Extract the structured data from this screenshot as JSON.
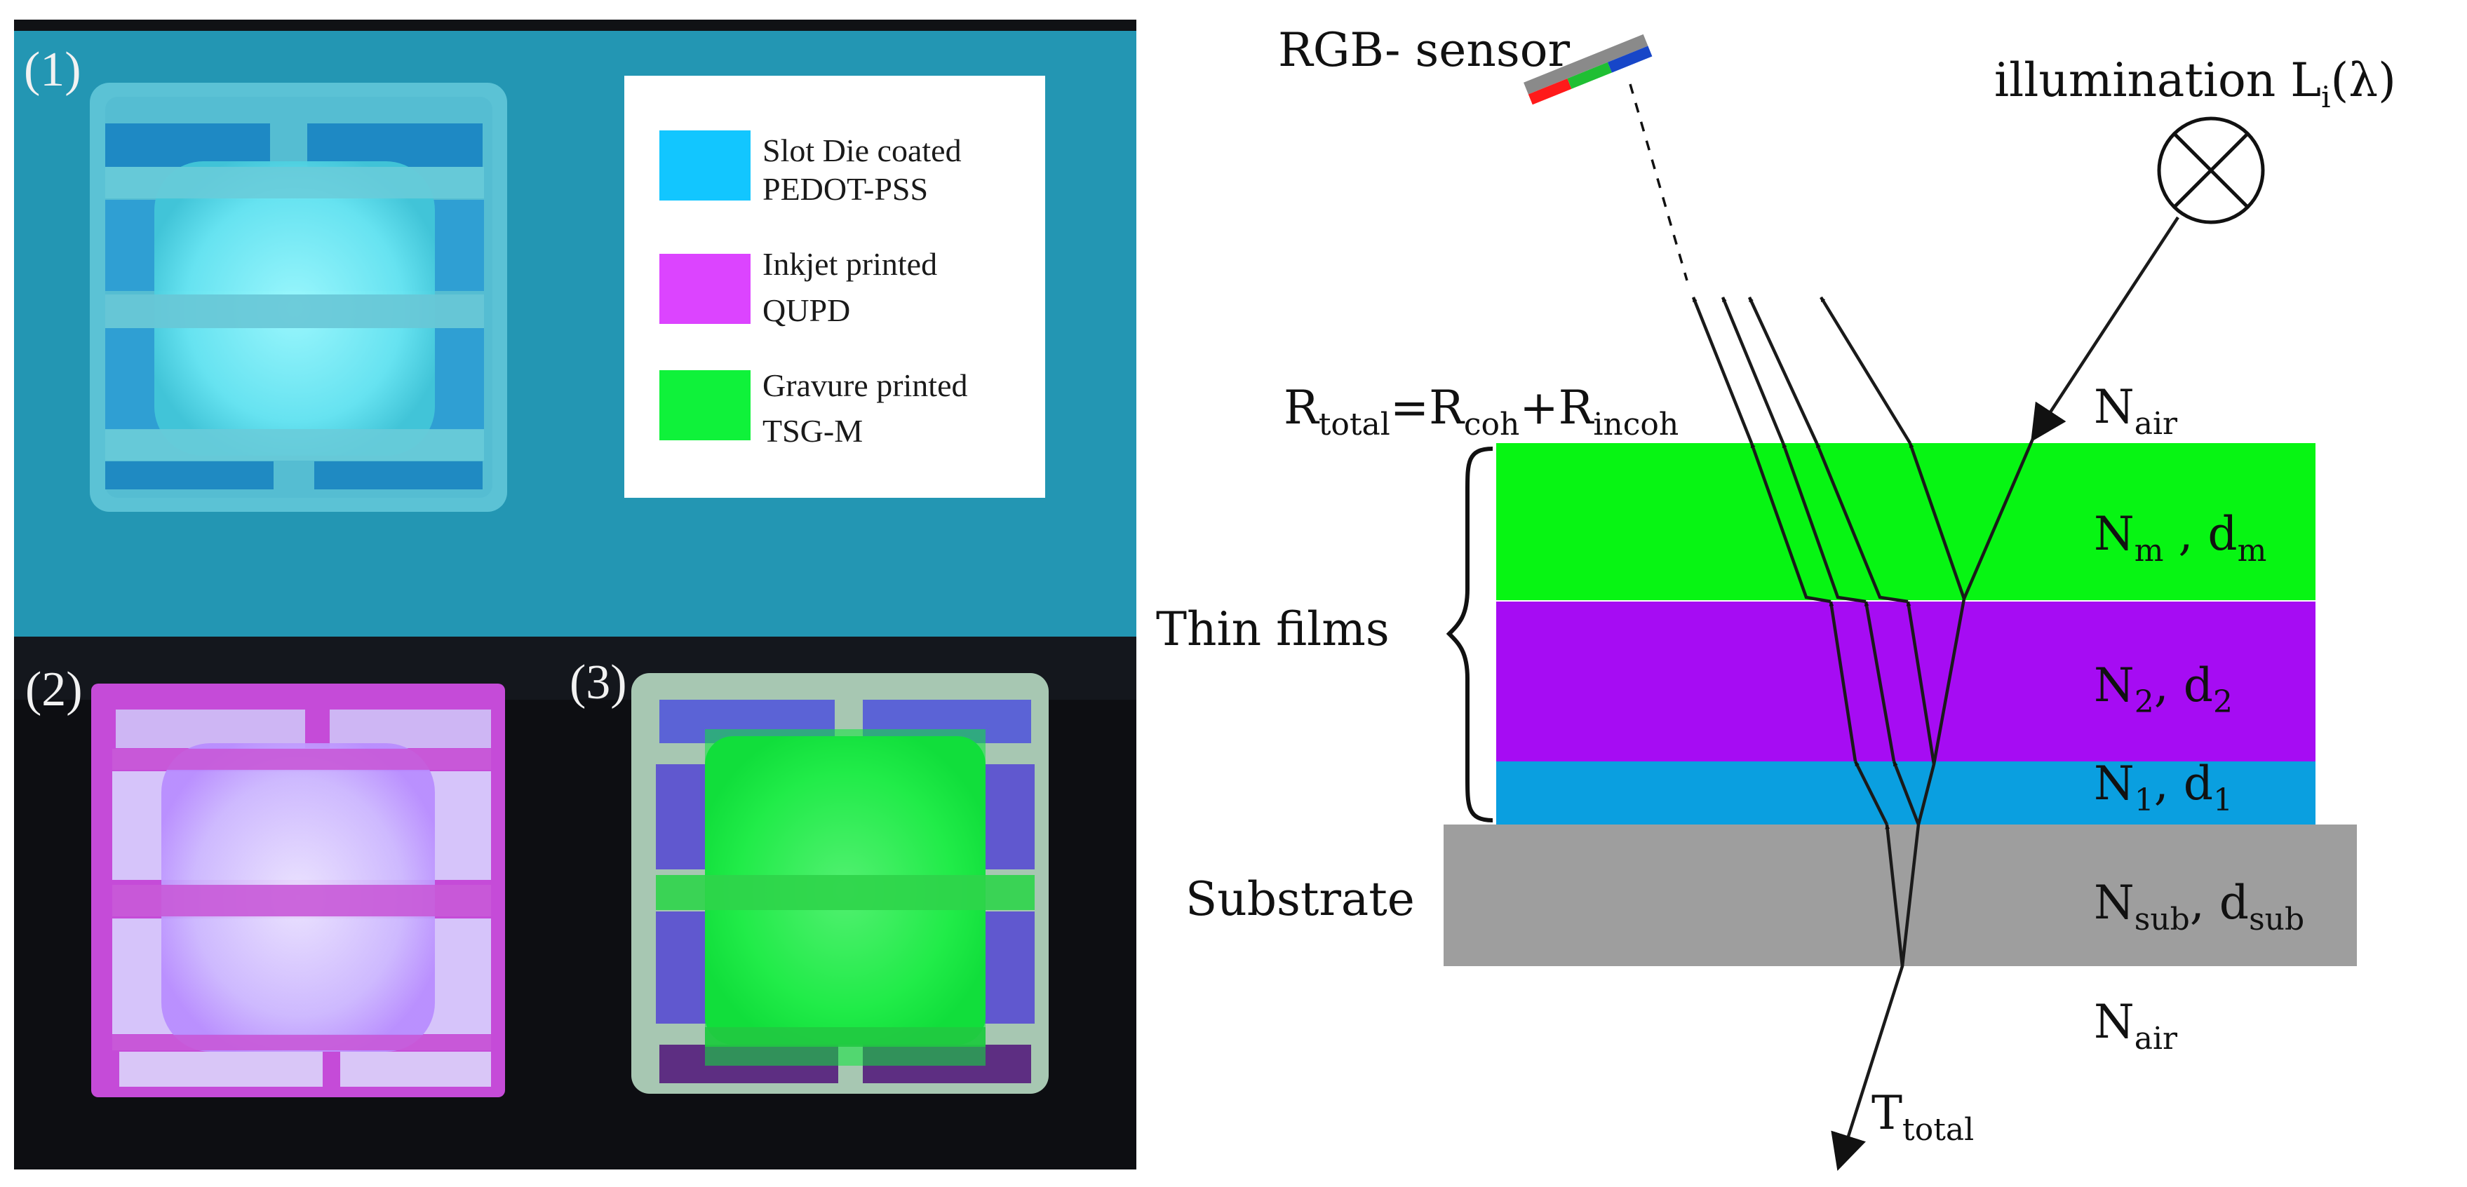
{
  "photos": {
    "panel1_label": "(1)",
    "panel2_label": "(2)",
    "panel3_label": "(3)"
  },
  "legend": {
    "items": [
      {
        "line1": "Slot Die coated",
        "line2": "PEDOT-PSS",
        "color": "#12c6ff"
      },
      {
        "line1": "Inkjet printed",
        "line2": "QUPD",
        "color": "#dc44ff"
      },
      {
        "line1": "Gravure printed",
        "line2": "TSG-M",
        "color": "#0ff23a"
      }
    ]
  },
  "diagram": {
    "sensor_label": "RGB- sensor",
    "illumination": {
      "main": "illumination L",
      "sub": "i",
      "tail": "(λ)"
    },
    "r_total": {
      "r": "R",
      "total_sub": "total",
      "eq": "=R",
      "coh_sub": "coh",
      "plus": "+R",
      "incoh_sub": "incoh"
    },
    "t_total": {
      "t": "T",
      "sub": "total"
    },
    "thin_films_label": "Thin films",
    "substrate_label": "Substrate",
    "n_air_top": {
      "n": "N",
      "sub": "air"
    },
    "n_air_bottom": {
      "n": "N",
      "sub": "air"
    },
    "layer_m": {
      "n": "N",
      "n_sub": "m",
      "sep": " , d",
      "d_sub": "m"
    },
    "layer_2": {
      "n": "N",
      "n_sub": "2",
      "sep": ", d",
      "d_sub": "2"
    },
    "layer_1": {
      "n": "N",
      "n_sub": "1",
      "sep": ", d",
      "d_sub": "1"
    },
    "layer_sub": {
      "n": "N",
      "n_sub": "sub",
      "sep": ", d",
      "d_sub": "sub"
    },
    "colors": {
      "green_film": "#07f513",
      "purple_film": "#a60cf3",
      "blue_film": "#0a9fe0",
      "substrate": "#9e9e9e"
    }
  }
}
